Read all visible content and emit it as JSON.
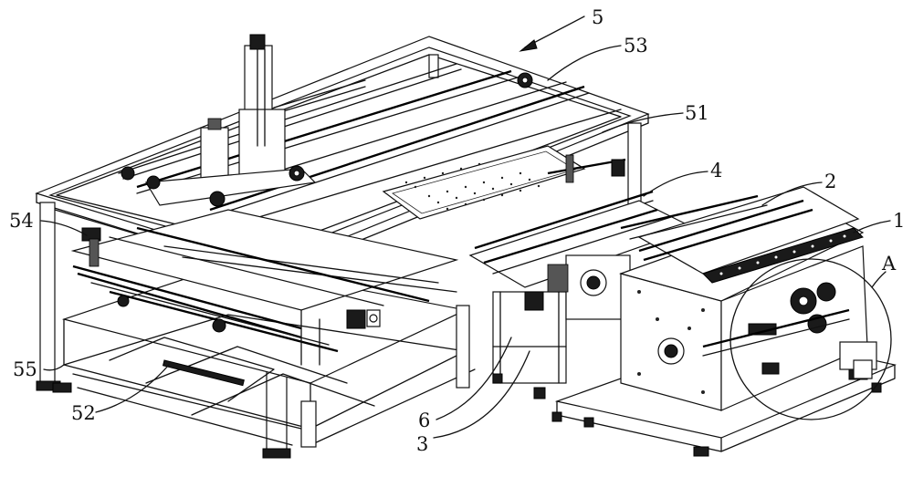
{
  "figure": {
    "labels": {
      "l5": "5",
      "l53": "53",
      "l51": "51",
      "l4": "4",
      "l2": "2",
      "l1": "1",
      "lA": "A",
      "l54": "54",
      "l55": "55",
      "l52": "52",
      "l6": "6",
      "l3": "3"
    }
  }
}
